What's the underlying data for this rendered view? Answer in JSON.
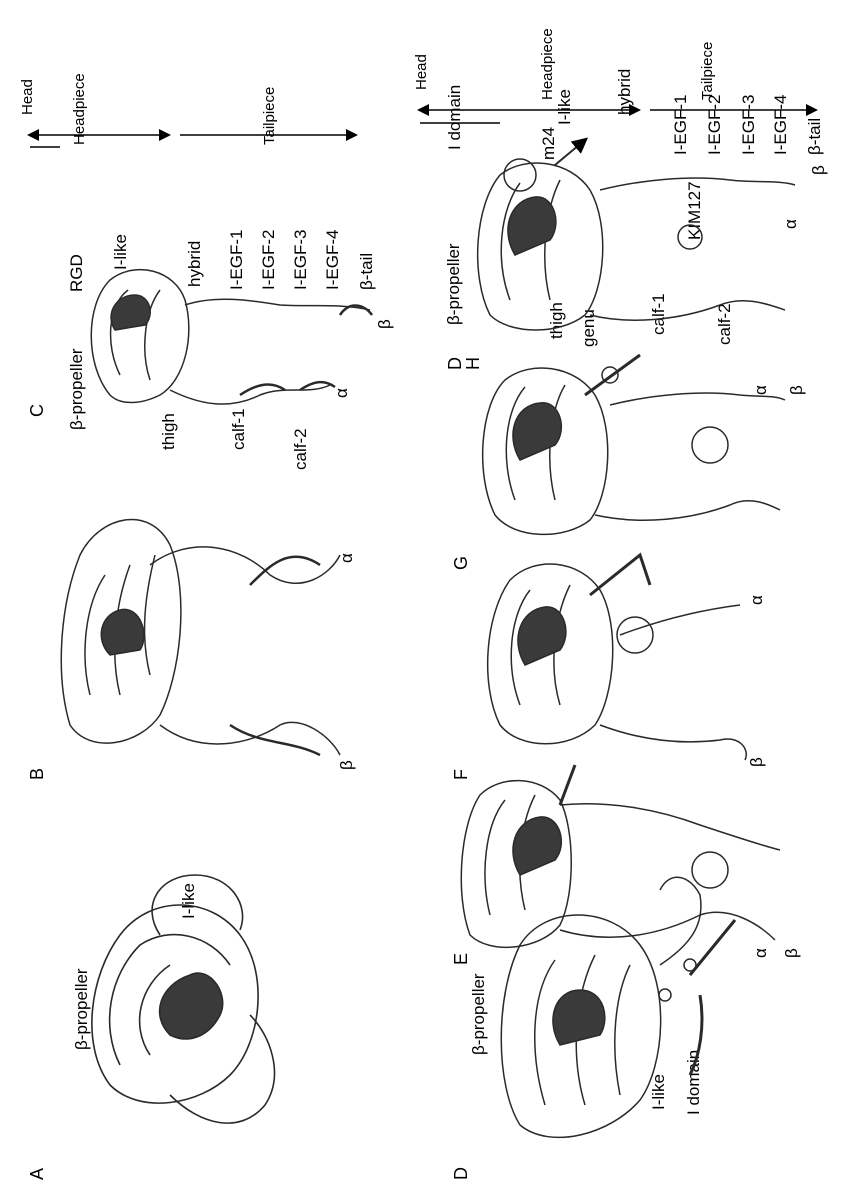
{
  "panels": {
    "A": {
      "letter": "A",
      "labels": {
        "propeller": "β-propeller",
        "ilike": "I-like"
      }
    },
    "B": {
      "letter": "B",
      "labels": {
        "alpha": "α",
        "beta": "β"
      }
    },
    "C": {
      "letter": "C",
      "labels": {
        "propeller": "β-propeller",
        "rgd": "RGD",
        "ilike": "I-like",
        "hybrid": "hybrid",
        "thigh": "thigh",
        "calf1": "calf-1",
        "calf2": "calf-2",
        "iegf1": "I-EGF-1",
        "iegf2": "I-EGF-2",
        "iegf3": "I-EGF-3",
        "iegf4": "I-EGF-4",
        "btail": "β-tail",
        "alpha": "α",
        "beta": "β"
      },
      "scale": {
        "head": "Head",
        "headpiece": "Headpiece",
        "tailpiece": "Tailpiece"
      }
    },
    "D": {
      "letter": "D",
      "labels": {
        "propeller": "β-propeller",
        "ilike": "I-like",
        "idomain": "I domain"
      }
    },
    "E": {
      "letter": "E",
      "labels": {
        "alpha": "α",
        "beta": "β"
      }
    },
    "F": {
      "letter": "F",
      "labels": {
        "alpha": "α",
        "beta": "β"
      }
    },
    "G": {
      "letter": "G",
      "labels": {
        "alpha": "α",
        "beta": "β"
      }
    },
    "H": {
      "letter": "D\nH",
      "labels": {
        "propeller": "β-propeller",
        "idomain": "I domain",
        "m24": "m24",
        "ilike": "I-like",
        "hybrid": "hybrid",
        "thigh": "thigh",
        "genu": "genu",
        "calf1": "calf-1",
        "calf2": "calf-2",
        "iegf1": "I-EGF-1",
        "kim127": "KIM127",
        "iegf2": "I-EGF-2",
        "iegf3": "I-EGF-3",
        "iegf4": "I-EGF-4",
        "btail": "β-tail",
        "alpha": "α",
        "beta": "β"
      },
      "scale": {
        "head": "Head",
        "headpiece": "Headpiece",
        "tailpiece": "Tailpiece"
      }
    }
  },
  "colors": {
    "ink": "#000000",
    "ribbon": "#2a2a2a",
    "ribbon_light": "#8a8a8a"
  }
}
